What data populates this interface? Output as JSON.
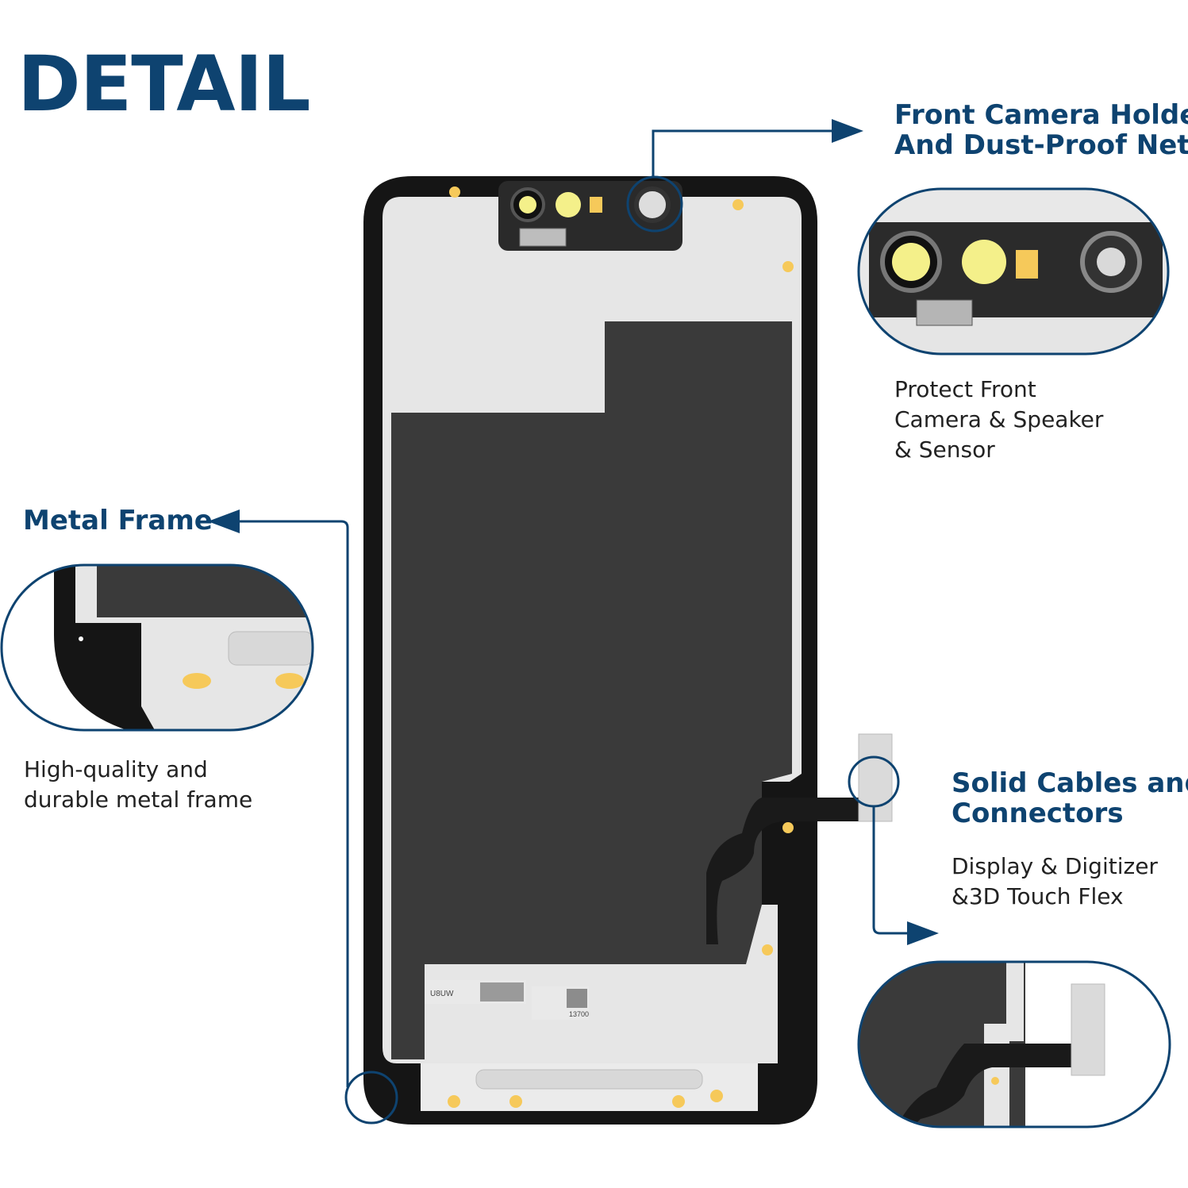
{
  "heading": "DETAIL",
  "callouts": {
    "camera": {
      "title_lines": [
        "Front Camera Holder",
        "And Dust-Proof Net"
      ],
      "desc_lines": [
        "Protect Front",
        "Camera & Speaker",
        "& Sensor"
      ]
    },
    "frame": {
      "title": "Metal Frame",
      "desc_lines": [
        "High-quality and",
        "durable metal frame"
      ]
    },
    "cables": {
      "title_lines": [
        "Solid Cables and",
        "Connectors"
      ],
      "desc_lines": [
        "Display & Digitizer",
        "&3D Touch Flex"
      ]
    }
  },
  "labels": {
    "sticker_code": "U8UW",
    "sticker_number": "13700"
  },
  "colors": {
    "accent": "#0e4370",
    "panel": "#3a3a3a",
    "frame": "#e6e6e6",
    "bezel": "#151515",
    "pad": "#f6c95a"
  }
}
